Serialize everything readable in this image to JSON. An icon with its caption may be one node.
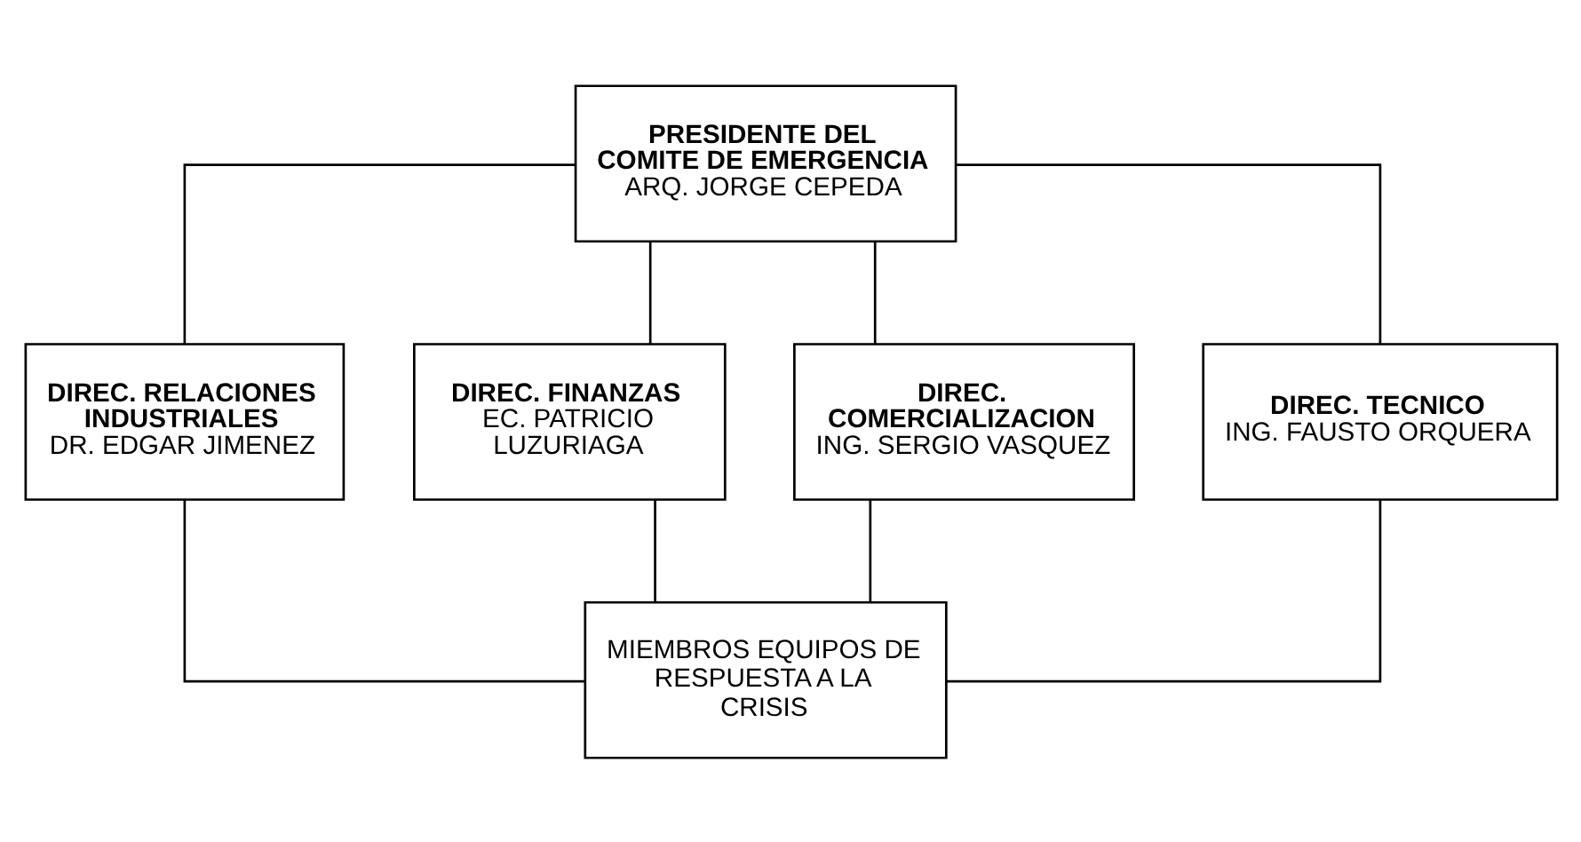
{
  "diagram": {
    "nodes": [
      {
        "text": [
          "PRESIDENTE DEL COMITE DE EMERGENCIA",
          "ARQ. JORGE CEPEDA"
        ]
      },
      {
        "text": [
          "DIREC. RELACIONES INDUSTRIALES",
          "DR. EDGAR JIMENEZ"
        ]
      },
      {
        "text": [
          "DIREC. FINANZAS",
          "EC. PATRICIO LUZURIAGA"
        ]
      },
      {
        "text": [
          "DIREC. COMERCIALIZACION",
          "ING. SERGIO VASQUEZ"
        ]
      },
      {
        "text": [
          "DIREC. TECNICO",
          "ING. FAUSTO ORQUERA"
        ]
      },
      {
        "text": [
          "MIEMBROS EQUIPOS DE RESPUESTA A LA CRISIS"
        ]
      }
    ],
    "edges": [
      {
        "from": 0,
        "to": 1,
        "arrow": "none"
      },
      {
        "from": 0,
        "to": 2,
        "arrow": "none"
      },
      {
        "from": 0,
        "to": 3,
        "arrow": "none"
      },
      {
        "from": 0,
        "to": 4,
        "arrow": "none"
      },
      {
        "from": 1,
        "to": 5,
        "arrow": "none"
      },
      {
        "from": 2,
        "to": 5,
        "arrow": "none"
      },
      {
        "from": 3,
        "to": 5,
        "arrow": "none"
      },
      {
        "from": 4,
        "to": 5,
        "arrow": "none"
      }
    ]
  }
}
